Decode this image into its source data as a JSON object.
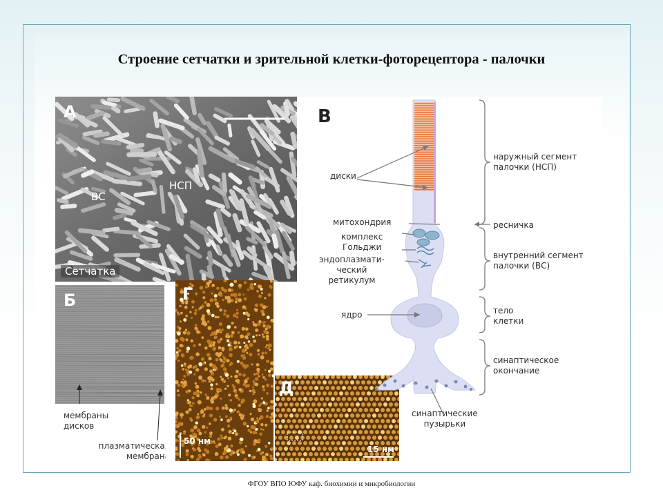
{
  "title": "Строение сетчатки и зрительной клетки-фоторецептора - палочки",
  "footer": "ФГОУ ВПО ЮФУ каф. биохимии и микробиологии",
  "panels": {
    "a": {
      "label": "А",
      "bc": "ВС",
      "ncp": "НСП",
      "retina": "Сетчатка"
    },
    "b": {
      "label": "Б",
      "disc_membranes": [
        "мембраны",
        "дисков"
      ],
      "plasma_membrane": [
        "плазматическая",
        "мембрана"
      ]
    },
    "g": {
      "label": "Г",
      "scale": "50 нм"
    },
    "d": {
      "label": "Д",
      "scale": "15 нм"
    },
    "v": {
      "label": "В",
      "left_labels": {
        "discs": "диски",
        "mitochondria": "митохондрия",
        "golgi": [
          "комплекс",
          "Гольджи"
        ],
        "er": [
          "эндоплазмати-",
          "ческий",
          "ретикулум"
        ],
        "nucleus": "ядро",
        "vesicles": [
          "синаптические",
          "пузырьки"
        ]
      },
      "right_labels": {
        "outer_segment": [
          "наружный сегмент",
          "палочки (НСП)"
        ],
        "cilium": "ресничка",
        "inner_segment": [
          "внутренний сегмент",
          "палочки (ВС)"
        ],
        "cell_body": [
          "тело",
          "клетки"
        ],
        "synaptic_ending": [
          "синаптическое",
          "окончание"
        ]
      }
    }
  },
  "colors": {
    "frame": "#6aa9b2",
    "disc_stack": "#f08a55",
    "cell_body": "#d9dcf2",
    "labels": "#2d2d2d"
  }
}
